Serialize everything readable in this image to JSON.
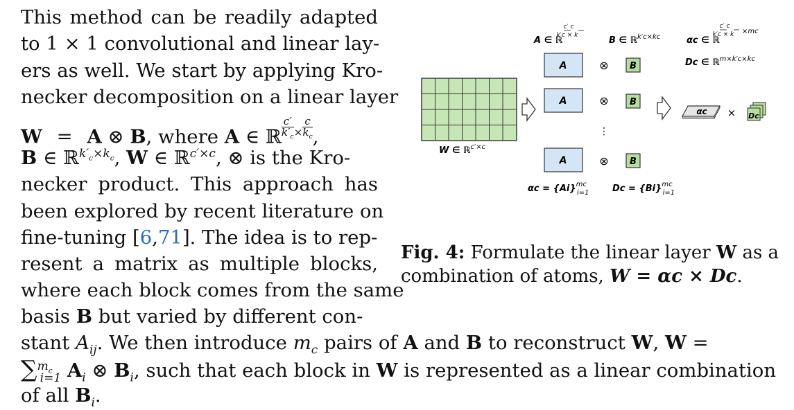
{
  "body_text": {
    "l1": "This method can be readily adapted",
    "l2": "to 1 × 1 convolutional and linear lay-",
    "l3": "ers as well. We start by applying Kro-",
    "l4": "necker decomposition on a linear layer",
    "l5_where": ", where",
    "l5_in": "∈",
    "l6_in": "is the Kro-",
    "l7": "necker product. This approach has",
    "l8": "been explored by recent literature on",
    "l9_pre": "fine-tuning [",
    "cite_a": "6",
    "cite_sep": ",",
    "cite_b": "71",
    "l9_post": "]. The idea is to rep-",
    "l10": "resent a matrix as multiple blocks,",
    "l11": "where each block comes from the same",
    "l12_pre": "basis",
    "l12_post": "but varied by different con-",
    "l13_a": "stant",
    "l13_b": ". We then introduce",
    "l13_c": "pairs of",
    "l13_and": "and",
    "l13_d": "to reconstruct",
    "l14_a": ", such that each block in",
    "l14_b": "is represented as a linear combination",
    "l15": "of all"
  },
  "math": {
    "W": "W",
    "A": "A",
    "B": "B",
    "otimes": "⊗",
    "R": "ℝ",
    "times": "×",
    "c": "c",
    "cp": "c′",
    "kc": "k",
    "kcp": "k′",
    "Aij": "A",
    "ij": "ij",
    "mc": "m",
    "csub": "c",
    "sum": "∑",
    "i1": "i=1",
    "Ai": "A",
    "Bi": "B",
    "i": "i",
    "eq": "=",
    "comma": ",",
    "period": "."
  },
  "figure": {
    "label_W": "W ∈ ℝ",
    "label_W_sup": "c′×c",
    "label_A": "A ∈ ℝ",
    "label_B": "B ∈ ℝ",
    "label_B_sup": "k′c×kc",
    "label_alpha": "αc ∈ ℝ",
    "label_alpha_sup_tail": "×mc",
    "label_D": "Dc ∈ ℝ",
    "label_D_sup": "m×k′c×kc",
    "box_A": "A",
    "box_B": "B",
    "otimes": "⊗",
    "vdots": "⋮",
    "alpha_slab": "αc",
    "times": "×",
    "stack": "Dc",
    "eq_alpha": "αc = {Ai}",
    "eq_alpha_sup": "mc",
    "eq_alpha_sub": "i=1",
    "eq_D": "Dc = {Bi}",
    "eq_D_sup": "mc",
    "eq_D_sub": "i=1"
  },
  "caption": {
    "label": "Fig. 4:",
    "text1": "Formulate the linear layer",
    "W": "W",
    "text2": "as a",
    "text3": "combination of atoms,",
    "eq": "W = αc × Dc",
    "period": "."
  },
  "colors": {
    "grid_fill": "#c7e6b5",
    "a_box_fill": "#d4e5f5",
    "b_box_fill": "#b7dea0",
    "stroke": "#333333",
    "cite": "#2a6db5"
  }
}
